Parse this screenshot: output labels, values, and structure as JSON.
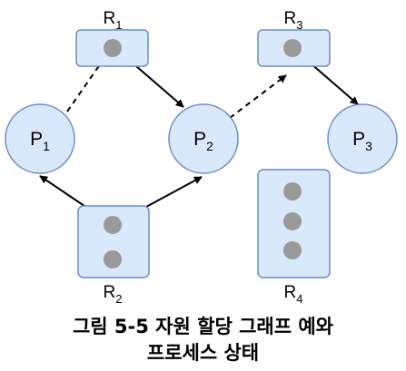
{
  "diagram": {
    "processes": [
      {
        "id": "P1",
        "name": "P",
        "sub": "1"
      },
      {
        "id": "P2",
        "name": "P",
        "sub": "2"
      },
      {
        "id": "P3",
        "name": "P",
        "sub": "3"
      }
    ],
    "resources": [
      {
        "id": "R1",
        "name": "R",
        "sub": "1",
        "instances": 1
      },
      {
        "id": "R2",
        "name": "R",
        "sub": "2",
        "instances": 2
      },
      {
        "id": "R3",
        "name": "R",
        "sub": "3",
        "instances": 1
      },
      {
        "id": "R4",
        "name": "R",
        "sub": "4",
        "instances": 3
      }
    ],
    "edges": [
      {
        "from": "P1",
        "to": "R1",
        "kind": "request",
        "style": "dashed"
      },
      {
        "from": "R1",
        "to": "P2",
        "kind": "assignment",
        "style": "solid"
      },
      {
        "from": "P2",
        "to": "R3",
        "kind": "request",
        "style": "dashed"
      },
      {
        "from": "R3",
        "to": "P3",
        "kind": "assignment",
        "style": "solid"
      },
      {
        "from": "R2",
        "to": "P1",
        "kind": "assignment",
        "style": "solid"
      },
      {
        "from": "R2",
        "to": "P2",
        "kind": "assignment",
        "style": "solid"
      }
    ],
    "colors": {
      "node_fill": "#dae8fc",
      "node_stroke": "#6c8ebf",
      "instance_dot": "#999999",
      "edge": "#000000"
    }
  },
  "caption": {
    "line1": "그림 5-5 자원 할당 그래프 예와",
    "line2": "프로세스 상태"
  }
}
